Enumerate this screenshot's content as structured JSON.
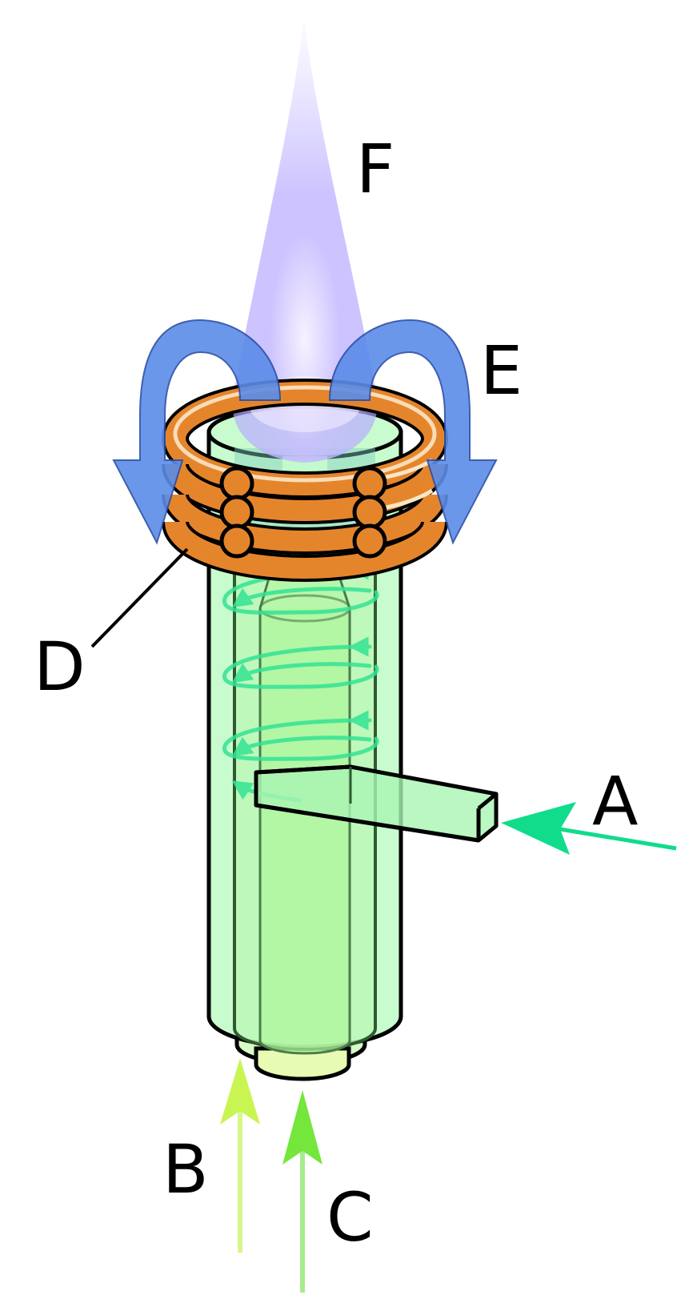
{
  "labels": {
    "A": "A",
    "B": "B",
    "C": "C",
    "D": "D",
    "E": "E",
    "F": "F"
  },
  "colors": {
    "tube_outer": "#c8fbcd",
    "tube_mid": "#b6f7ab",
    "tube_stroke": "#000000",
    "swirl": "#33e394",
    "flow_arrow_a": "#10dc8c",
    "flow_arrow_b": "#c9f552",
    "flow_arrow_c": "#74e63c",
    "coil_copper": "#e5852b",
    "coil_highlight": "#fbe6c6",
    "recirculation": "#5b8ce8",
    "plasma": "#a9a0ff",
    "plasma_core": "#f6f0ff"
  },
  "icons": [
    "coil-icon",
    "flame-icon",
    "swirl-icon",
    "flow-arrow-icon"
  ]
}
